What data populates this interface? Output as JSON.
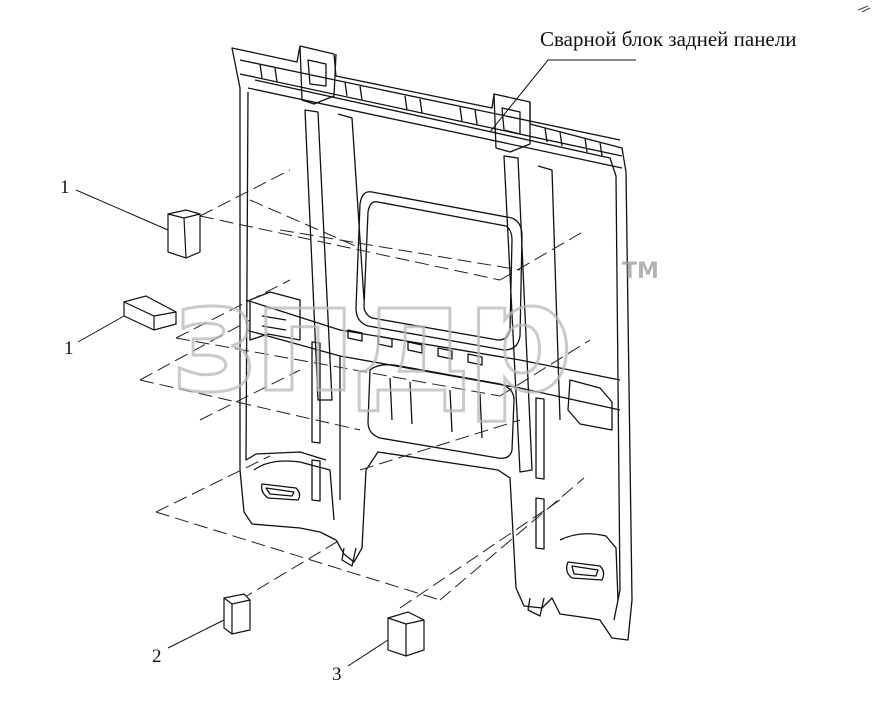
{
  "title": "Сварной блок задней панели",
  "watermark": {
    "text": "зпдр",
    "tm": "TM",
    "color": "#bcbcbc"
  },
  "callouts": [
    {
      "id": "1a",
      "number": "1",
      "part": "block"
    },
    {
      "id": "1b",
      "number": "1",
      "part": "block"
    },
    {
      "id": "2",
      "number": "2",
      "part": "block"
    },
    {
      "id": "3",
      "number": "3",
      "part": "block"
    }
  ],
  "colors": {
    "line": "#111111",
    "watermark": "#bcbcbc",
    "background": "#ffffff"
  }
}
